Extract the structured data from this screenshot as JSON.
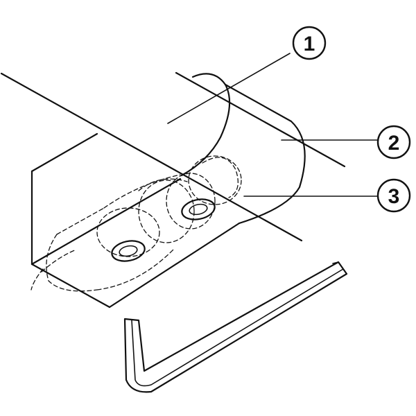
{
  "callouts": [
    {
      "label": "1"
    },
    {
      "label": "2"
    },
    {
      "label": "3"
    }
  ],
  "colors": {
    "line": "#111111",
    "background": "#ffffff"
  }
}
